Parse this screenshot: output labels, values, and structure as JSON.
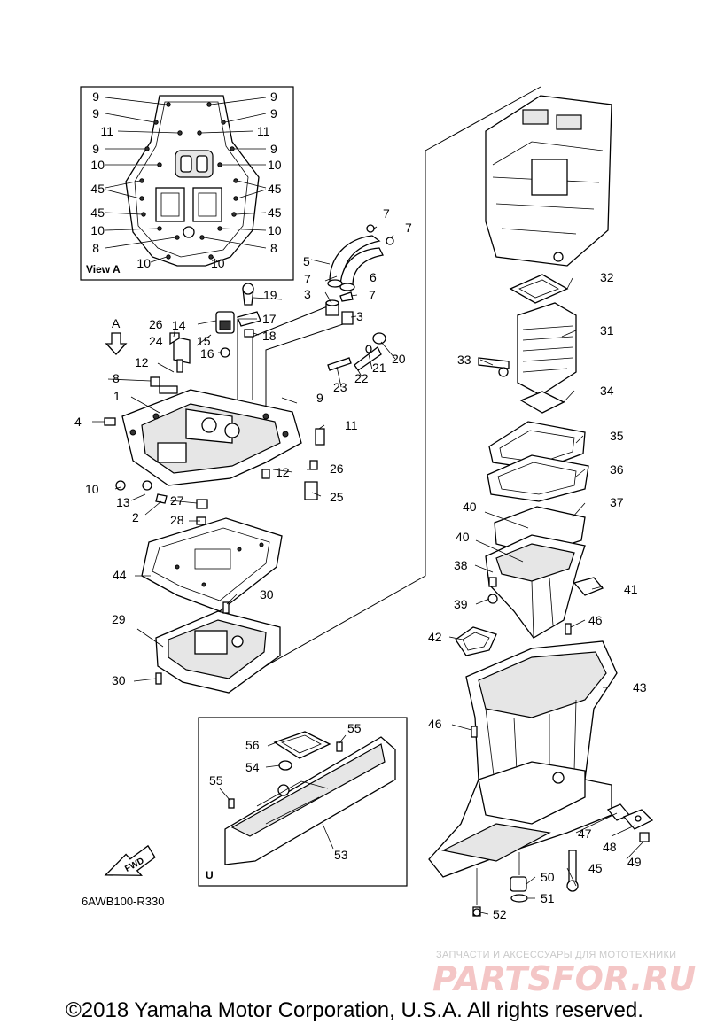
{
  "diagram": {
    "code": "6AWB100-R330",
    "view_a_title": "View A",
    "box_u_title": "U",
    "fwd_label": "FWD",
    "arrow_a_label": "A",
    "view_a_labels": {
      "l1": "9",
      "l2": "9",
      "l3": "11",
      "l4": "9",
      "l5": "10",
      "l6": "45",
      "l7": "45",
      "l8": "10",
      "l9": "8",
      "l10": "10",
      "r1": "9",
      "r2": "9",
      "r3": "11",
      "r4": "9",
      "r5": "10",
      "r6": "45",
      "r7": "45",
      "r8": "10",
      "r9": "8",
      "r10": "10"
    },
    "callouts": {
      "c1": "1",
      "c2": "2",
      "c3a": "3",
      "c3b": "3",
      "c4": "4",
      "c5": "5",
      "c6": "6",
      "c7a": "7",
      "c7b": "7",
      "c7c": "7",
      "c7d": "7",
      "c8": "8",
      "c9": "9",
      "c10": "10",
      "c11": "11",
      "c12a": "12",
      "c12b": "12",
      "c13": "13",
      "c14": "14",
      "c15": "15",
      "c16": "16",
      "c17": "17",
      "c18": "18",
      "c19": "19",
      "c20": "20",
      "c21": "21",
      "c22": "22",
      "c23": "23",
      "c24": "24",
      "c25": "25",
      "c26a": "26",
      "c26b": "26",
      "c27": "27",
      "c28": "28",
      "c29": "29",
      "c30a": "30",
      "c30b": "30",
      "c31": "31",
      "c32": "32",
      "c33": "33",
      "c34": "34",
      "c35": "35",
      "c36": "36",
      "c37": "37",
      "c38": "38",
      "c39": "39",
      "c40a": "40",
      "c40b": "40",
      "c41": "41",
      "c42": "42",
      "c43": "43",
      "c44": "44",
      "c45": "45",
      "c46a": "46",
      "c46b": "46",
      "c47": "47",
      "c48": "48",
      "c49": "49",
      "c50": "50",
      "c51": "51",
      "c52": "52",
      "c53": "53",
      "c54": "54",
      "c55a": "55",
      "c55b": "55",
      "c56": "56"
    }
  },
  "watermark": {
    "subtitle": "ЗАПЧАСТИ И АКСЕССУАРЫ ДЛЯ МОТОТЕХНИКИ",
    "logo_text": "PARTSFOR.RU"
  },
  "footer": {
    "copyright": "©2018 Yamaha Motor Corporation, U.S.A. All rights reserved."
  }
}
